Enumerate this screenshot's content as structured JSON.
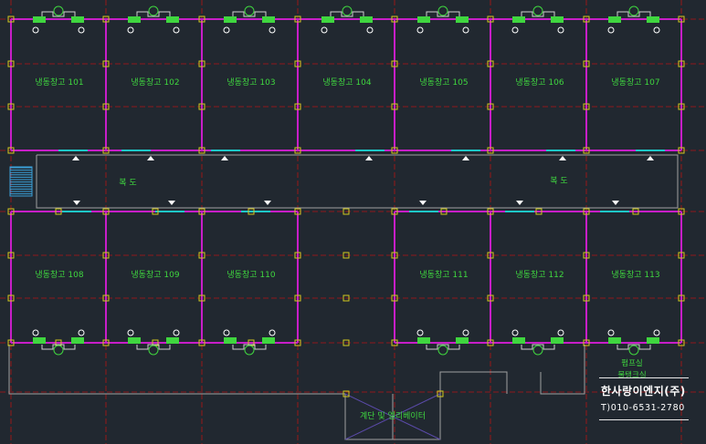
{
  "rooms_top": [
    {
      "label": "냉동창고 101"
    },
    {
      "label": "냉동창고 102"
    },
    {
      "label": "냉동창고 103"
    },
    {
      "label": "냉동창고 104"
    },
    {
      "label": "냉동창고 105"
    },
    {
      "label": "냉동창고 106"
    },
    {
      "label": "냉동창고 107"
    }
  ],
  "rooms_bottom_left": [
    {
      "label": "냉동창고 108"
    },
    {
      "label": "냉동창고 109"
    },
    {
      "label": "냉동창고 110"
    }
  ],
  "rooms_bottom_right": [
    {
      "label": "냉동창고 111"
    },
    {
      "label": "냉동창고 112"
    },
    {
      "label": "냉동창고 113"
    }
  ],
  "corridor": {
    "left_label": "복 도",
    "right_label": "복 도"
  },
  "pump_room": {
    "line1": "펌프실",
    "line2": "물탱크실"
  },
  "stair": {
    "label": "계단 및 엘리베이터"
  },
  "company": {
    "name": "한사랑이엔지(주)",
    "phone": "T)010-6531-2780"
  },
  "colors": {
    "background": "#212830",
    "wall": "#c81ec8",
    "grid": "#b41414",
    "column": "#d2c81e",
    "equipment": "#3fd63f",
    "outline": "#a0a0a0",
    "door": "#1ec8c8",
    "stair_hatch": "#3aa0d8"
  }
}
